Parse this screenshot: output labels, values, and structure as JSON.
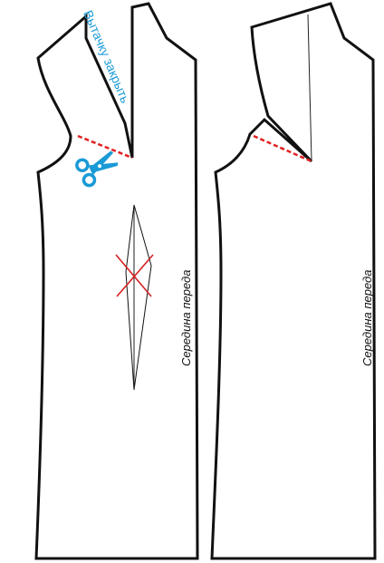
{
  "labels": {
    "dart_note": "Вытачку закрыть",
    "center_front_left": "Середина переда",
    "center_front_right": "Середина переда"
  },
  "colors": {
    "outline": "#111111",
    "cut_line": "#e02020",
    "note_text": "#1a9ad6",
    "scissors": "#1a9ad6",
    "cross_mark": "#d42020"
  },
  "icons": {
    "scissors": "scissors-icon",
    "cross": "cross-mark-icon"
  }
}
